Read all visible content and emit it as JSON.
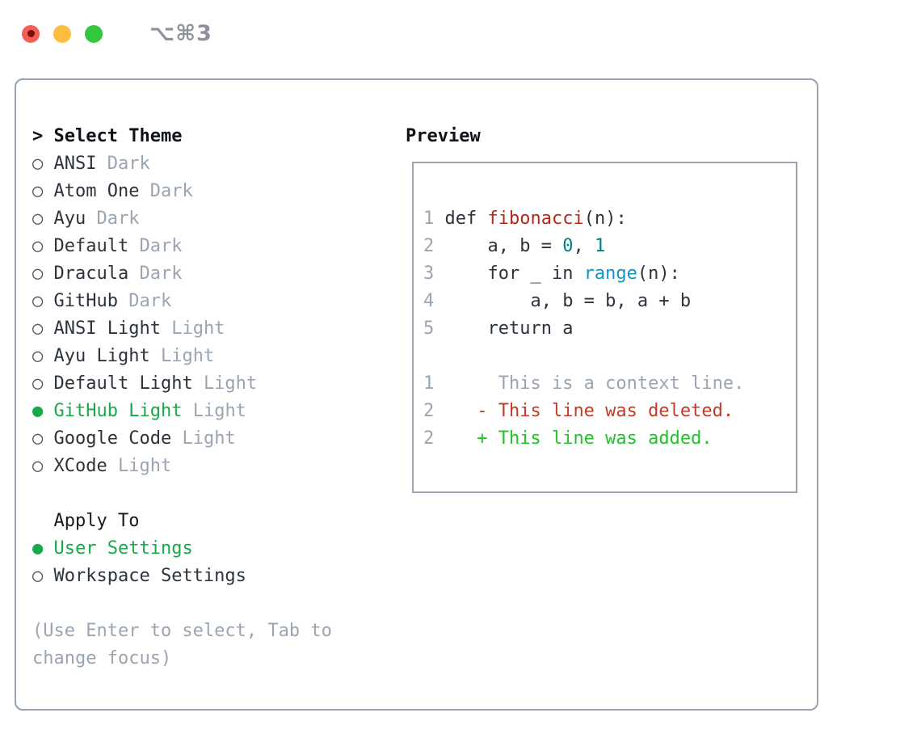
{
  "titlebar": {
    "shortcut": "⌥⌘3"
  },
  "colors": {
    "accent_green": "#17a94a",
    "added_green": "#22c32a",
    "deleted_red": "#c23a26",
    "function_red": "#b3291c",
    "builtin_blue": "#1193c9",
    "number_teal": "#008080",
    "muted_gray": "#9aa5b1",
    "text": "#2d333b",
    "border": "#99a3af"
  },
  "markers": {
    "prompt": ">",
    "unselected": "○",
    "selected": "●"
  },
  "theme_list": {
    "header": "Select Theme",
    "items": [
      {
        "name": "ANSI",
        "variant": "Dark",
        "selected": false
      },
      {
        "name": "Atom One",
        "variant": "Dark",
        "selected": false
      },
      {
        "name": "Ayu",
        "variant": "Dark",
        "selected": false
      },
      {
        "name": "Default",
        "variant": "Dark",
        "selected": false
      },
      {
        "name": "Dracula",
        "variant": "Dark",
        "selected": false
      },
      {
        "name": "GitHub",
        "variant": "Dark",
        "selected": false
      },
      {
        "name": "ANSI Light",
        "variant": "Light",
        "selected": false
      },
      {
        "name": "Ayu Light",
        "variant": "Light",
        "selected": false
      },
      {
        "name": "Default Light",
        "variant": "Light",
        "selected": false
      },
      {
        "name": "GitHub Light",
        "variant": "Light",
        "selected": true
      },
      {
        "name": "Google Code",
        "variant": "Light",
        "selected": false
      },
      {
        "name": "XCode",
        "variant": "Light",
        "selected": false
      }
    ]
  },
  "apply_to": {
    "header": "Apply To",
    "items": [
      {
        "label": "User Settings",
        "selected": true
      },
      {
        "label": "Workspace Settings",
        "selected": false
      }
    ]
  },
  "help": {
    "text": "(Use Enter to select, Tab to\nchange focus)"
  },
  "preview": {
    "header": "Preview",
    "code_lines": [
      {
        "n": "1",
        "tokens": [
          [
            "plain",
            "def "
          ],
          [
            "fn",
            "fibonacci"
          ],
          [
            "plain",
            "(n):"
          ]
        ]
      },
      {
        "n": "2",
        "tokens": [
          [
            "plain",
            "    a, b = "
          ],
          [
            "lit",
            "0"
          ],
          [
            "plain",
            ", "
          ],
          [
            "lit",
            "1"
          ]
        ]
      },
      {
        "n": "3",
        "tokens": [
          [
            "plain",
            "    for _ in "
          ],
          [
            "builtin",
            "range"
          ],
          [
            "plain",
            "(n):"
          ]
        ]
      },
      {
        "n": "4",
        "tokens": [
          [
            "plain",
            "        a, b = b, a + b"
          ]
        ]
      },
      {
        "n": "5",
        "tokens": [
          [
            "plain",
            "    return a"
          ]
        ]
      },
      {
        "n": "",
        "tokens": []
      },
      {
        "n": "1",
        "tokens": [
          [
            "context",
            "     This is a context line."
          ]
        ]
      },
      {
        "n": "2",
        "tokens": [
          [
            "deleted",
            "   - This line was deleted."
          ]
        ]
      },
      {
        "n": "2",
        "tokens": [
          [
            "added",
            "   + This line was added."
          ]
        ]
      }
    ]
  }
}
